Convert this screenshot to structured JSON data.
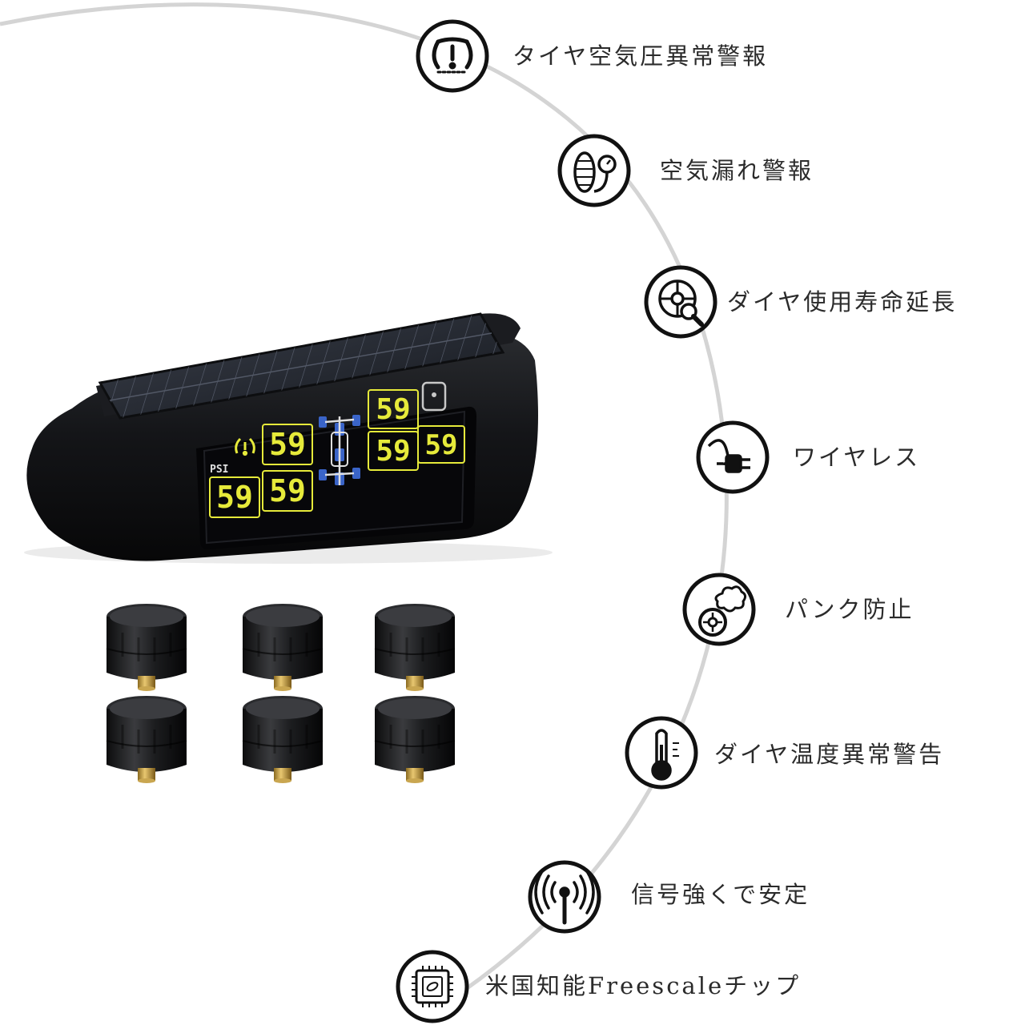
{
  "features": [
    {
      "label": "タイヤ空気圧異常警報",
      "icon": "tpms-warning-icon"
    },
    {
      "label": "空気漏れ警報",
      "icon": "tire-gauge-icon"
    },
    {
      "label": "ダイヤ使用寿命延長",
      "icon": "wheel-magnifier-icon"
    },
    {
      "label": "ワイヤレス",
      "icon": "unplugged-icon"
    },
    {
      "label": "パンク防止",
      "icon": "tire-smoke-icon"
    },
    {
      "label": "ダイヤ温度異常警告",
      "icon": "thermometer-icon"
    },
    {
      "label": "信号強くで安定",
      "icon": "signal-antenna-icon"
    },
    {
      "label": "米国知能Freescaleチップ",
      "icon": "chip-icon"
    }
  ],
  "display": {
    "unit": "PSI",
    "readings": [
      "59",
      "59",
      "59",
      "59",
      "59",
      "59"
    ]
  },
  "sensors": {
    "count": 6
  },
  "colors": {
    "lcd_digits": "#e6ea3a",
    "arc": "#d4d4d4",
    "label_text": "#2b2b2b",
    "device_body": "#141518",
    "lcd_background": "#07070a"
  }
}
